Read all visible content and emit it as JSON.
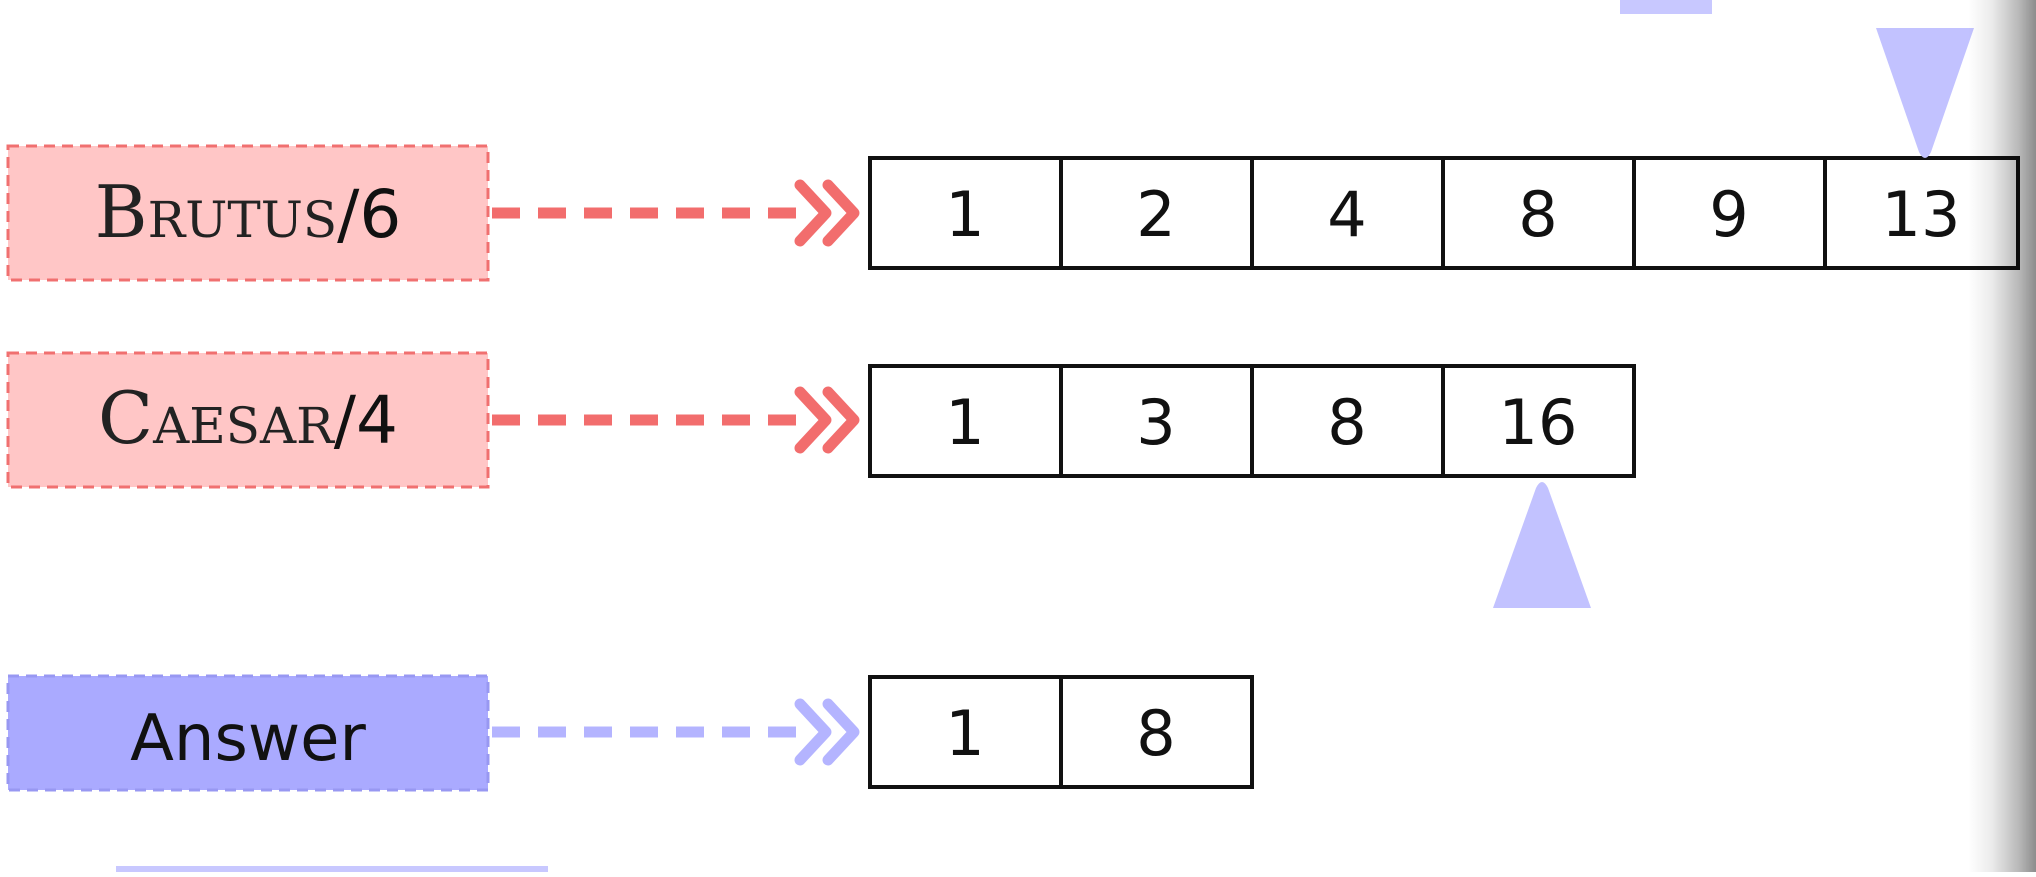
{
  "colors": {
    "term_fill": "#ffc6c6",
    "term_stroke": "#f07070",
    "term_arrow": "#f26d6d",
    "answer_fill": "#aaaaff",
    "answer_stroke": "#9898f2",
    "answer_arrow": "#b4b4ff",
    "pointer": "#c2c2ff",
    "cell_stroke": "#111111"
  },
  "rows": [
    {
      "kind": "term",
      "label": "Brutus",
      "separator": "/",
      "count": "6",
      "postings": [
        "1",
        "2",
        "4",
        "8",
        "9",
        "13"
      ]
    },
    {
      "kind": "term",
      "label": "Caesar",
      "separator": "/",
      "count": "4",
      "postings": [
        "1",
        "3",
        "8",
        "16"
      ]
    },
    {
      "kind": "answer",
      "label": "Answer",
      "postings": [
        "1",
        "8"
      ]
    }
  ],
  "pointers": [
    {
      "row": 0,
      "cell": 5,
      "direction": "down"
    },
    {
      "row": 1,
      "cell": 3,
      "direction": "up"
    }
  ]
}
